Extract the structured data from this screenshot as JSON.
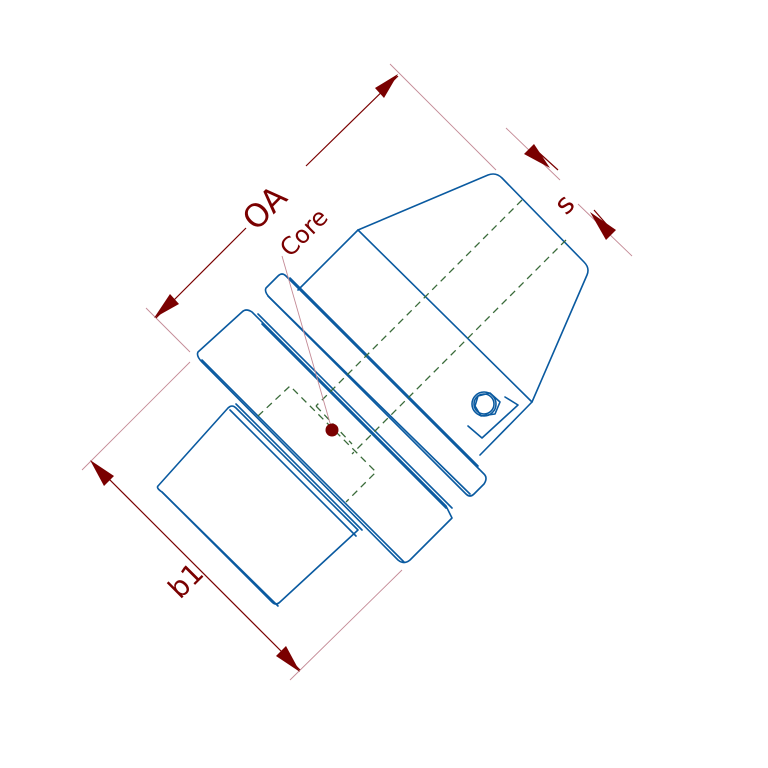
{
  "drawing": {
    "labels": {
      "overall_length": "OA",
      "core_point": "Core",
      "wrench_flat": "s",
      "flange_width": "b1"
    },
    "colors": {
      "part_outline": "#0a5aa0",
      "hidden_lines": "#3a6b3a",
      "dimension_text": "#7a0000",
      "extension_lines": "#c48a96"
    }
  }
}
